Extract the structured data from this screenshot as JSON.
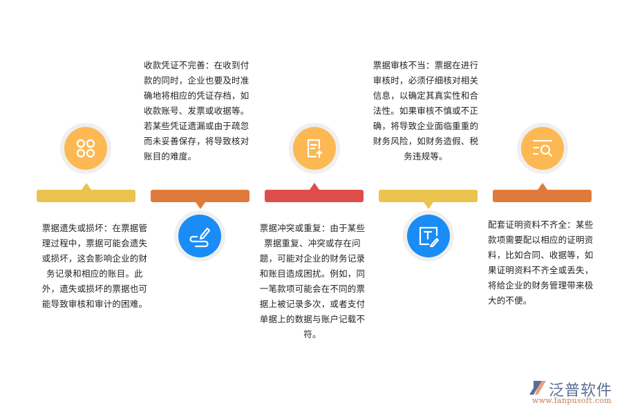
{
  "colors": {
    "yellow": "#ebc44f",
    "orange": "#e07a3b",
    "red": "#dd4d4a",
    "circle_orange": "#fcb852",
    "circle_blue": "#1a8cf5",
    "ring": "#efefef",
    "text": "#222222"
  },
  "items": [
    {
      "id": 1,
      "icon": "grid-four-circles-icon",
      "bar_color": "yellow",
      "text": "票据遗失或损坏：在票据管理过程中，票据可能会遗失或损坏，这会影响企业的财务记录和相应的账目。此外，遗失或损坏的票据也可能导致审核和审计的困难。"
    },
    {
      "id": 2,
      "icon": "pen-signature-icon",
      "bar_color": "orange",
      "text": "收款凭证不完善：在收到付款的同时，企业也要及时准确地将相应的凭证存档，如收款账号、发票或收据等。若某些凭证遗漏或由于疏忽而未妥善保存，将导致核对账目的难度。"
    },
    {
      "id": 3,
      "icon": "document-upload-icon",
      "bar_color": "red",
      "text": "票据冲突或重复：由于某些票据重复、冲突或存在问题，可能对企业的财务记录和账目造成困扰。例如，同一笔款项可能会在不同的票据上被记录多次，或者支付单据上的数据与账户记载不符。"
    },
    {
      "id": 4,
      "icon": "text-edit-icon",
      "bar_color": "yellow",
      "text": "票据审核不当：票据在进行审核时，必须仔细核对相关信息，以确定其真实性和合法性。如果审核不慎或不正确，将导致企业面临重重的财务风险，如财务造假、税务违规等。"
    },
    {
      "id": 5,
      "icon": "list-search-icon",
      "bar_color": "orange",
      "text": "配套证明资料不齐全：某些款项需要配以相应的证明资料，比如合同、收据等，如果证明资料不齐全或丢失，将给企业的财务管理带来极大的不便。"
    }
  ],
  "logo": {
    "name": "泛普软件",
    "url": "www.fanpusoft.com"
  }
}
